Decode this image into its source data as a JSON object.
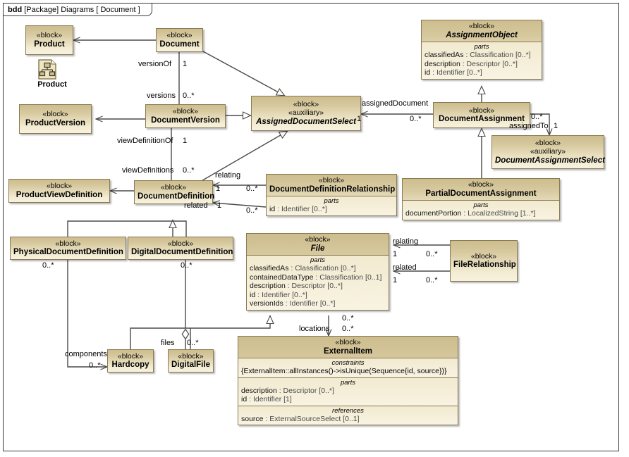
{
  "diagram": {
    "frame_kind": "bdd",
    "frame_qualifier": "[Package] Diagrams [ Document ]",
    "stereotype_block": "«block»",
    "stereotype_auxiliary": "«auxiliary»",
    "compartment_parts": "parts",
    "compartment_constraints": "constraints",
    "compartment_references": "references",
    "colors": {
      "block_fill_top": "#cdbd8e",
      "block_fill_bottom": "#f7f2e0",
      "block_border": "#8a7a52",
      "frame_border": "#3a3a3a",
      "line": "#4a4a48",
      "canvas": "#ffffff"
    }
  },
  "palette_icon": {
    "label": "Product",
    "icon": "diagram-document-icon"
  },
  "blocks": [
    {
      "id": "product",
      "name": "Product",
      "abstract": false,
      "stereotypes": [
        "«block»"
      ]
    },
    {
      "id": "document",
      "name": "Document",
      "abstract": false,
      "stereotypes": [
        "«block»"
      ]
    },
    {
      "id": "assignment_object",
      "name": "AssignmentObject",
      "abstract": true,
      "stereotypes": [
        "«block»"
      ],
      "compartments": [
        {
          "title": "parts",
          "rows": [
            {
              "name": "classifiedAs",
              "type": "Classification [0..*]"
            },
            {
              "name": "description",
              "type": "Descriptor [0..*]"
            },
            {
              "name": "id",
              "type": "Identifier [0..*]"
            }
          ]
        }
      ]
    },
    {
      "id": "product_version",
      "name": "ProductVersion",
      "abstract": false,
      "stereotypes": [
        "«block»"
      ]
    },
    {
      "id": "document_version",
      "name": "DocumentVersion",
      "abstract": false,
      "stereotypes": [
        "«block»"
      ]
    },
    {
      "id": "assigned_doc_select",
      "name": "AssignedDocumentSelect",
      "abstract": true,
      "stereotypes": [
        "«block»",
        "«auxiliary»"
      ]
    },
    {
      "id": "document_assignment",
      "name": "DocumentAssignment",
      "abstract": false,
      "stereotypes": [
        "«block»"
      ]
    },
    {
      "id": "doc_assign_select",
      "name": "DocumentAssignmentSelect",
      "abstract": true,
      "stereotypes": [
        "«block»",
        "«auxiliary»"
      ]
    },
    {
      "id": "product_view_def",
      "name": "ProductViewDefinition",
      "abstract": false,
      "stereotypes": [
        "«block»"
      ]
    },
    {
      "id": "document_definition",
      "name": "DocumentDefinition",
      "abstract": false,
      "stereotypes": [
        "«block»"
      ]
    },
    {
      "id": "doc_def_rel",
      "name": "DocumentDefinitionRelationship",
      "abstract": false,
      "stereotypes": [
        "«block»"
      ],
      "compartments": [
        {
          "title": "parts",
          "rows": [
            {
              "name": "id",
              "type": "Identifier [0..*]"
            }
          ]
        }
      ]
    },
    {
      "id": "partial_doc_assign",
      "name": "PartialDocumentAssignment",
      "abstract": false,
      "stereotypes": [
        "«block»"
      ],
      "compartments": [
        {
          "title": "parts",
          "rows": [
            {
              "name": "documentPortion",
              "type": "LocalizedString [1..*]"
            }
          ]
        }
      ]
    },
    {
      "id": "phys_doc_def",
      "name": "PhysicalDocumentDefinition",
      "abstract": false,
      "stereotypes": [
        "«block»"
      ]
    },
    {
      "id": "digital_doc_def",
      "name": "DigitalDocumentDefinition",
      "abstract": false,
      "stereotypes": [
        "«block»"
      ]
    },
    {
      "id": "file",
      "name": "File",
      "abstract": true,
      "stereotypes": [
        "«block»"
      ],
      "compartments": [
        {
          "title": "parts",
          "rows": [
            {
              "name": "classifiedAs",
              "type": "Classification [0..*]"
            },
            {
              "name": "containedDataType",
              "type": "Classification [0..1]"
            },
            {
              "name": "description",
              "type": "Descriptor [0..*]"
            },
            {
              "name": "id",
              "type": "Identifier [0..*]"
            },
            {
              "name": "versionIds",
              "type": "Identifier [0..*]"
            }
          ]
        }
      ]
    },
    {
      "id": "file_relationship",
      "name": "FileRelationship",
      "abstract": false,
      "stereotypes": [
        "«block»"
      ]
    },
    {
      "id": "hardcopy",
      "name": "Hardcopy",
      "abstract": false,
      "stereotypes": [
        "«block»"
      ]
    },
    {
      "id": "digital_file",
      "name": "DigitalFile",
      "abstract": false,
      "stereotypes": [
        "«block»"
      ]
    },
    {
      "id": "external_item",
      "name": "ExternalItem",
      "abstract": false,
      "stereotypes": [
        "«block»"
      ],
      "compartments": [
        {
          "title": "constraints",
          "lines": [
            "{ExternalItem::allInstances()->isUnique(Sequence{id, source})}"
          ]
        },
        {
          "title": "parts",
          "rows": [
            {
              "name": "description",
              "type": "Descriptor [0..*]"
            },
            {
              "name": "id",
              "type": "Identifier [1]"
            }
          ]
        },
        {
          "title": "references",
          "rows": [
            {
              "name": "source",
              "type": "ExternalSourceSelect [0..1]"
            }
          ]
        }
      ]
    }
  ],
  "edge_labels": [
    {
      "id": "versionOf",
      "text": "versionOf"
    },
    {
      "id": "versionOf_mult",
      "text": "1"
    },
    {
      "id": "versions",
      "text": "versions"
    },
    {
      "id": "versions_mult",
      "text": "0..*"
    },
    {
      "id": "viewDefinitionOf",
      "text": "viewDefinitionOf"
    },
    {
      "id": "viewDefinitionOf_mult",
      "text": "1"
    },
    {
      "id": "viewDefinitions",
      "text": "viewDefinitions"
    },
    {
      "id": "viewDefinitions_mult",
      "text": "0..*"
    },
    {
      "id": "assignedDocument",
      "text": "assignedDocument"
    },
    {
      "id": "assignedDocument_src_mult",
      "text": "1"
    },
    {
      "id": "assignedDocument_tgt_mult",
      "text": "0..*"
    },
    {
      "id": "assignedTo",
      "text": "assignedTo"
    },
    {
      "id": "assignedTo_src_mult",
      "text": "0..*"
    },
    {
      "id": "assignedTo_tgt_mult",
      "text": "1"
    },
    {
      "id": "ddr_relating",
      "text": "relating"
    },
    {
      "id": "ddr_relating_1",
      "text": "1"
    },
    {
      "id": "ddr_relating_many",
      "text": "0..*"
    },
    {
      "id": "ddr_related",
      "text": "related"
    },
    {
      "id": "ddr_related_1",
      "text": "1"
    },
    {
      "id": "ddr_related_many",
      "text": "0..*"
    },
    {
      "id": "fr_relating",
      "text": "relating"
    },
    {
      "id": "fr_relating_1",
      "text": "1"
    },
    {
      "id": "fr_relating_many",
      "text": "0..*"
    },
    {
      "id": "fr_related",
      "text": "related"
    },
    {
      "id": "fr_related_1",
      "text": "1"
    },
    {
      "id": "fr_related_many",
      "text": "0..*"
    },
    {
      "id": "phys_mult",
      "text": "0..*"
    },
    {
      "id": "digital_mult",
      "text": "0..*"
    },
    {
      "id": "components",
      "text": "components"
    },
    {
      "id": "components_mult",
      "text": "0..*"
    },
    {
      "id": "files",
      "text": "files"
    },
    {
      "id": "files_mult",
      "text": "0..*"
    },
    {
      "id": "locations_src_mult",
      "text": "0..*"
    },
    {
      "id": "locations",
      "text": "locations"
    },
    {
      "id": "locations_tgt_mult",
      "text": "0..*"
    }
  ]
}
